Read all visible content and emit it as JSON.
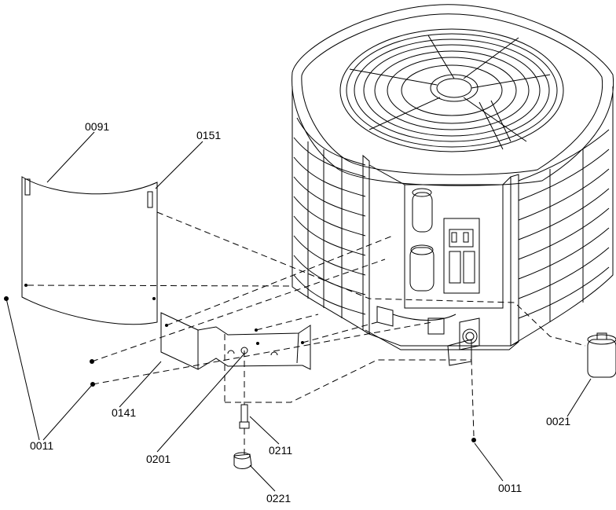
{
  "parts": [
    {
      "id": "p0091",
      "number": "0091"
    },
    {
      "id": "p0151",
      "number": "0151"
    },
    {
      "id": "p0141",
      "number": "0141"
    },
    {
      "id": "p0011a",
      "number": "0011"
    },
    {
      "id": "p0201",
      "number": "0201"
    },
    {
      "id": "p0211",
      "number": "0211"
    },
    {
      "id": "p0221",
      "number": "0221"
    },
    {
      "id": "p0021",
      "number": "0021"
    },
    {
      "id": "p0011b",
      "number": "0011"
    }
  ]
}
